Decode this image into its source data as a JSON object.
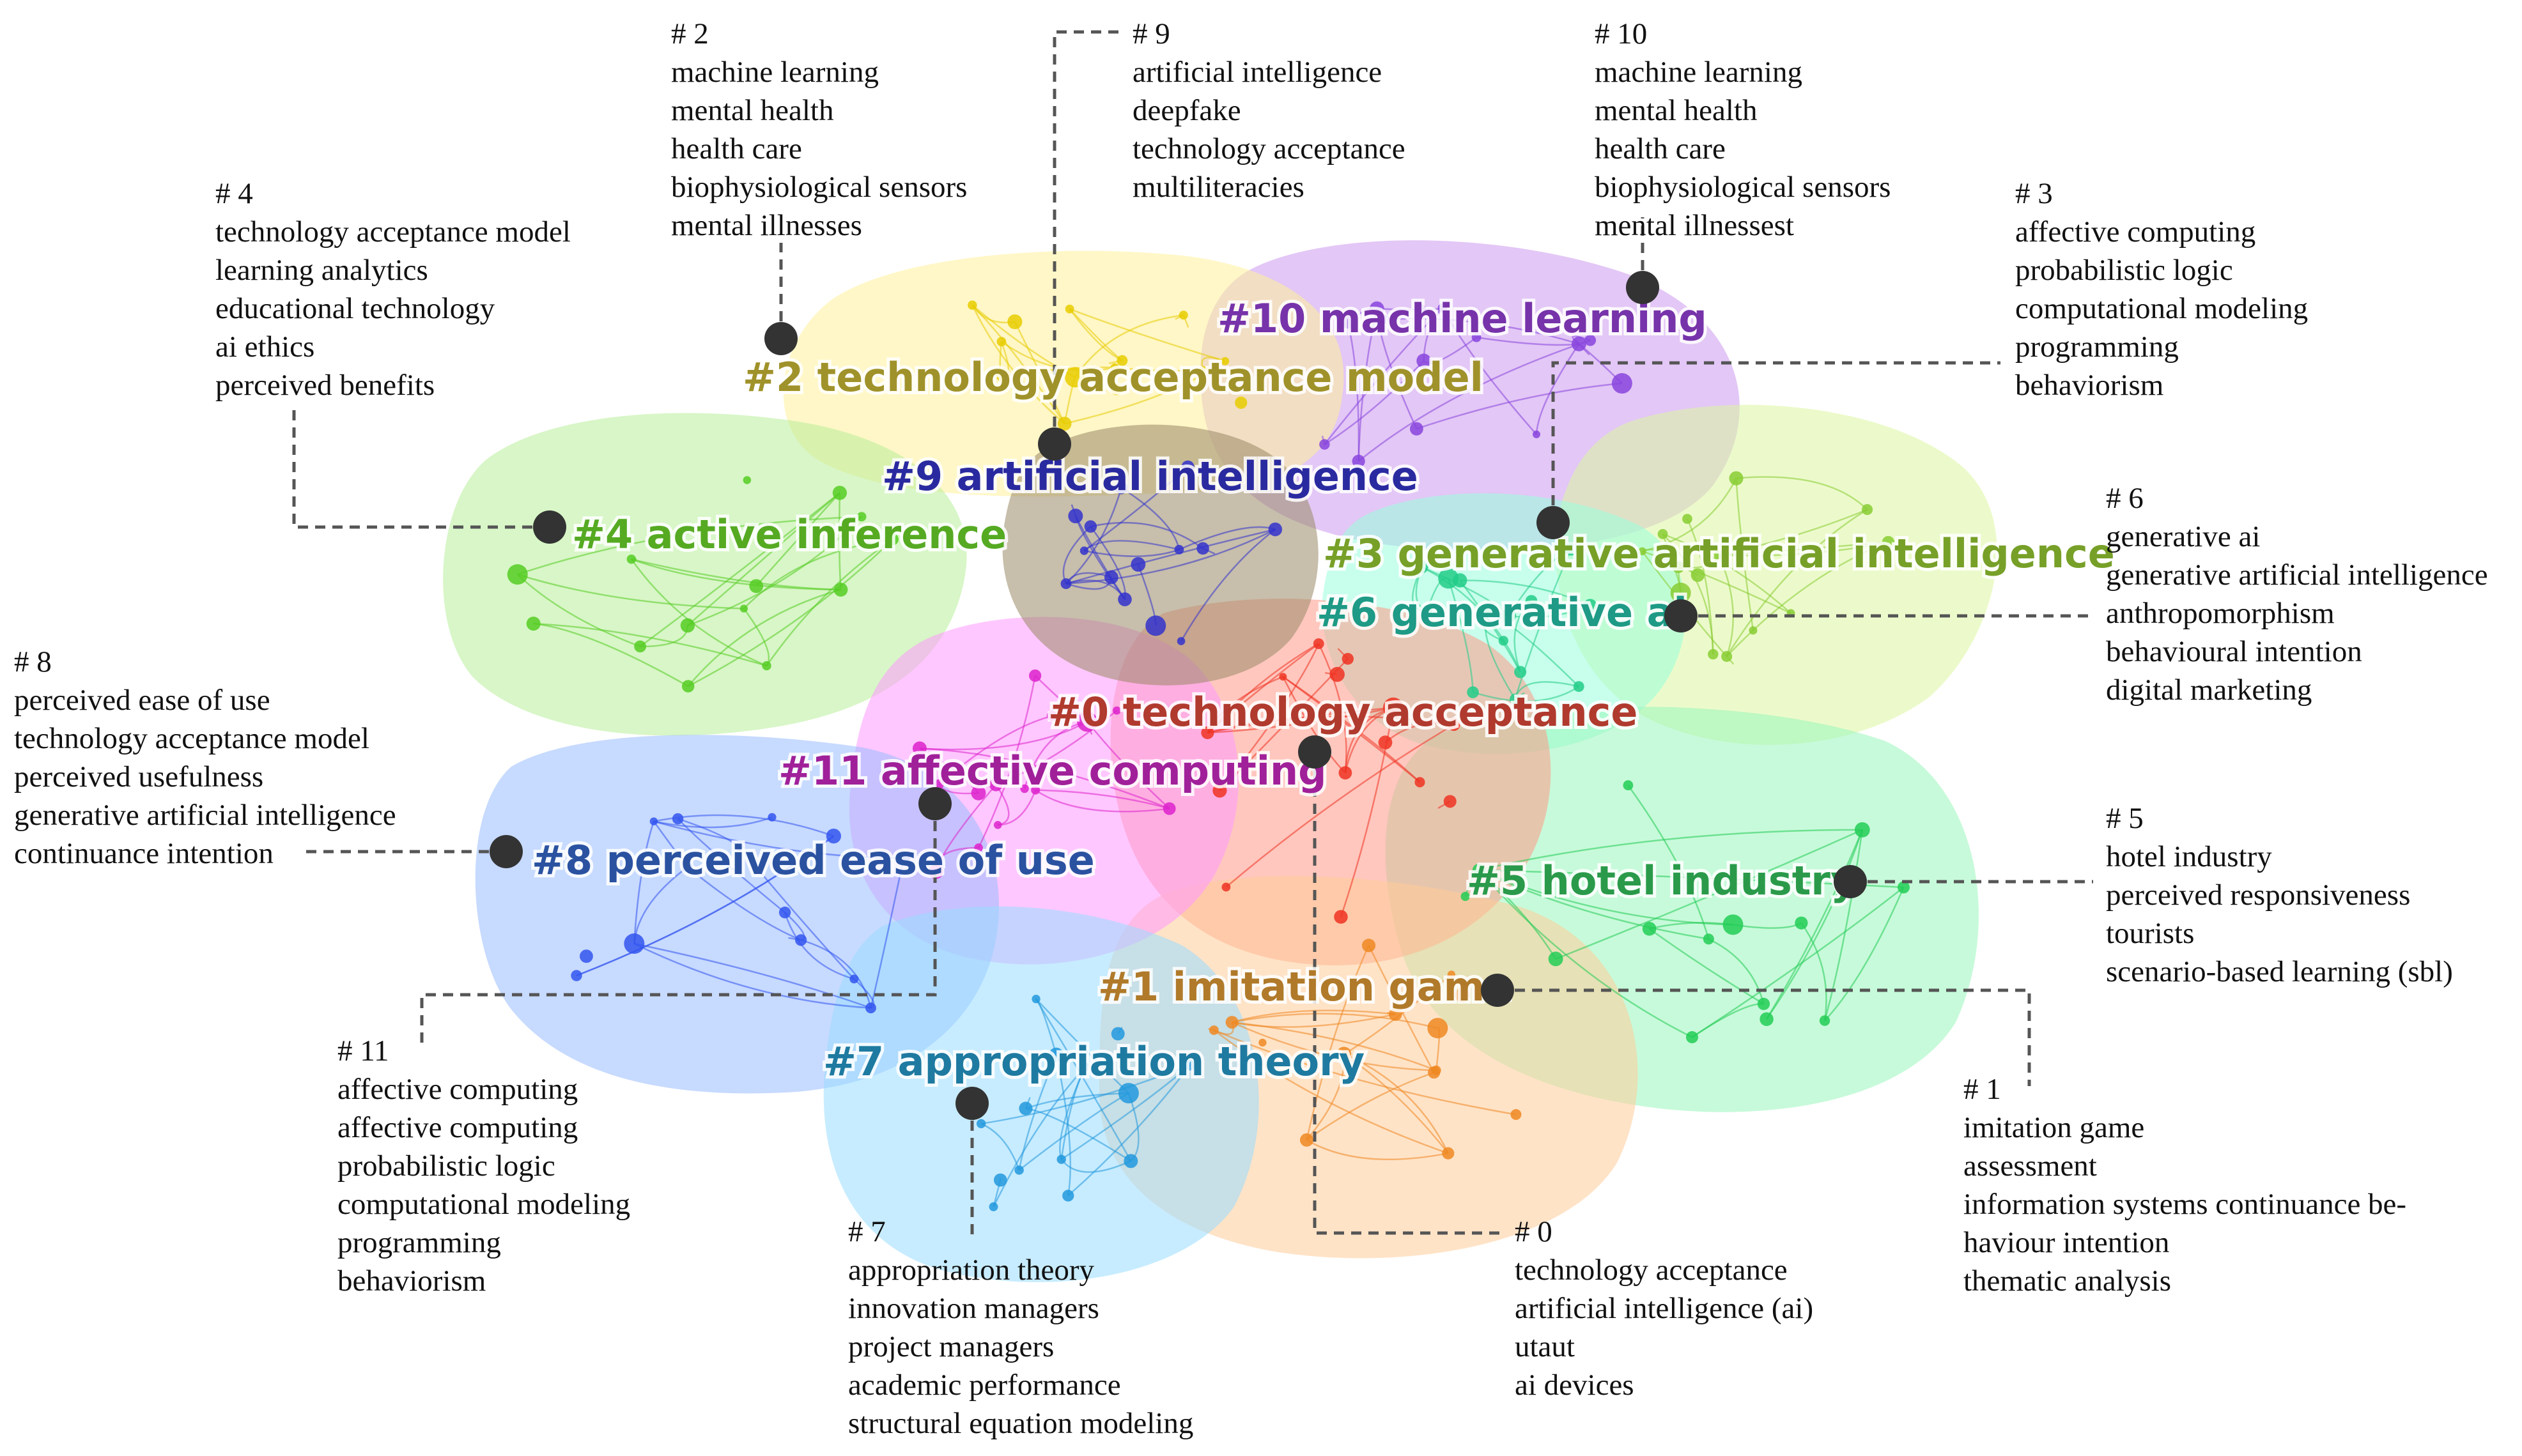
{
  "clusters": [
    {
      "id": "c10",
      "label": "#10 machine learning",
      "color": "#cc99ee",
      "text_color": "#7733aa",
      "node_color": "#8844dd"
    },
    {
      "id": "c2",
      "label": "#2 technology acceptance model",
      "color": "#fff199",
      "text_color": "#a0922a",
      "node_color": "#e8cc00"
    },
    {
      "id": "c9",
      "label": "#9 artificial intelligence",
      "color": "#998866",
      "text_color": "#2a2aa0",
      "node_color": "#3333cc"
    },
    {
      "id": "c4",
      "label": "#4 active inference",
      "color": "#b8ee99",
      "text_color": "#55aa22",
      "node_color": "#55cc22"
    },
    {
      "id": "c3",
      "label": "#3 generative artificial intelligence",
      "color": "#ddf5a0",
      "text_color": "#77a028",
      "node_color": "#88cc33"
    },
    {
      "id": "c6",
      "label": "#6 generative ai",
      "color": "#99ffdd",
      "text_color": "#1e9a86",
      "node_color": "#22cc88"
    },
    {
      "id": "c0",
      "label": "#0 technology acceptance",
      "color": "#ff9988",
      "text_color": "#b03a2e",
      "node_color": "#ee3322"
    },
    {
      "id": "c11",
      "label": "#11 affective computing",
      "color": "#ff99ff",
      "text_color": "#a0209a",
      "node_color": "#dd22cc"
    },
    {
      "id": "c8",
      "label": "#8 perceived ease of use",
      "color": "#99bbff",
      "text_color": "#2a52a0",
      "node_color": "#3355ee"
    },
    {
      "id": "c5",
      "label": "#5 hotel industry",
      "color": "#99f5bb",
      "text_color": "#2a9a4a",
      "node_color": "#22cc55"
    },
    {
      "id": "c1",
      "label": "#1 imitation game",
      "color": "#ffcc99",
      "text_color": "#b07a2a",
      "node_color": "#ee8822"
    },
    {
      "id": "c7",
      "label": "#7 appropriation theory",
      "color": "#99ddff",
      "text_color": "#1e7aa0",
      "node_color": "#2299dd"
    }
  ],
  "annotations": [
    {
      "id": "a2",
      "heading": "# 2",
      "terms": [
        "machine learning",
        "mental health",
        "health care",
        "biophysiological sensors",
        "mental illnesses"
      ]
    },
    {
      "id": "a9",
      "heading": "# 9",
      "terms": [
        "artificial intelligence",
        "deepfake",
        "technology acceptance",
        "multiliteracies"
      ]
    },
    {
      "id": "a10",
      "heading": "# 10",
      "terms": [
        "machine learning",
        "mental health",
        "health care",
        "biophysiological sensors",
        "mental illnessest"
      ]
    },
    {
      "id": "a4",
      "heading": "# 4",
      "terms": [
        "technology acceptance model",
        "learning analytics",
        "educational technology",
        "ai ethics",
        "perceived benefits"
      ]
    },
    {
      "id": "a3",
      "heading": "# 3",
      "terms": [
        "affective computing",
        "probabilistic logic",
        "computational modeling",
        "programming",
        "behaviorism"
      ]
    },
    {
      "id": "a6",
      "heading": "# 6",
      "terms": [
        "generative ai",
        "generative artificial intelligence",
        "anthropomorphism",
        "behavioural intention",
        "digital marketing"
      ]
    },
    {
      "id": "a8",
      "heading": "# 8",
      "terms": [
        "perceived ease of use",
        "technology acceptance model",
        "perceived usefulness",
        "generative artificial intelligence",
        "continuance intention"
      ]
    },
    {
      "id": "a5",
      "heading": "# 5",
      "terms": [
        "hotel industry",
        "perceived responsiveness",
        "tourists",
        "scenario-based learning (sbl)"
      ]
    },
    {
      "id": "a11",
      "heading": "# 11",
      "terms": [
        "affective computing",
        "affective computing",
        "probabilistic logic",
        "computational modeling",
        "programming",
        "behaviorism"
      ]
    },
    {
      "id": "a1",
      "heading": "# 1",
      "terms": [
        "imitation game",
        "assessment",
        "information systems continuance be-",
        "haviour intention",
        "thematic analysis"
      ]
    },
    {
      "id": "a7",
      "heading": "# 7",
      "terms": [
        "appropriation theory",
        "innovation managers",
        "project managers",
        "academic performance",
        "structural equation modeling"
      ]
    },
    {
      "id": "a0",
      "heading": "# 0",
      "terms": [
        "technology acceptance",
        "artificial intelligence (ai)",
        "utaut",
        "ai devices"
      ]
    }
  ]
}
